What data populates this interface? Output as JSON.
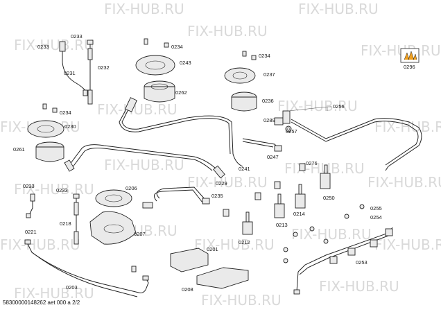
{
  "watermark": "FIX-HUB.RU",
  "footer": "58300000148262 aet 000 a 2/2",
  "labels": {
    "p0233a": "0233",
    "p0233b": "0233",
    "p0233c": "0233",
    "p0233d": "0233",
    "p0231": "0231",
    "p0232": "0232",
    "p0234a": "0234",
    "p0234b": "0234",
    "p0234c": "0234",
    "p0243": "0243",
    "p0237": "0237",
    "p0262": "0262",
    "p0236": "0236",
    "p0296": "0296",
    "p0256": "0256",
    "p0230": "0230",
    "p0261": "0261",
    "p0289": "0289",
    "p0257": "0257",
    "p0247": "0247",
    "p0241": "0241",
    "p0229": "0229",
    "p0276": "0276",
    "p0206": "0206",
    "p0235": "0235",
    "p0250": "0250",
    "p0221": "0221",
    "p0218": "0218",
    "p0207": "0207",
    "p0212": "0212",
    "p0213": "0213",
    "p0214": "0214",
    "p0255": "0255",
    "p0254": "0254",
    "p0253": "0253",
    "p0201": "0201",
    "p0203": "0203",
    "p0208": "0208"
  }
}
